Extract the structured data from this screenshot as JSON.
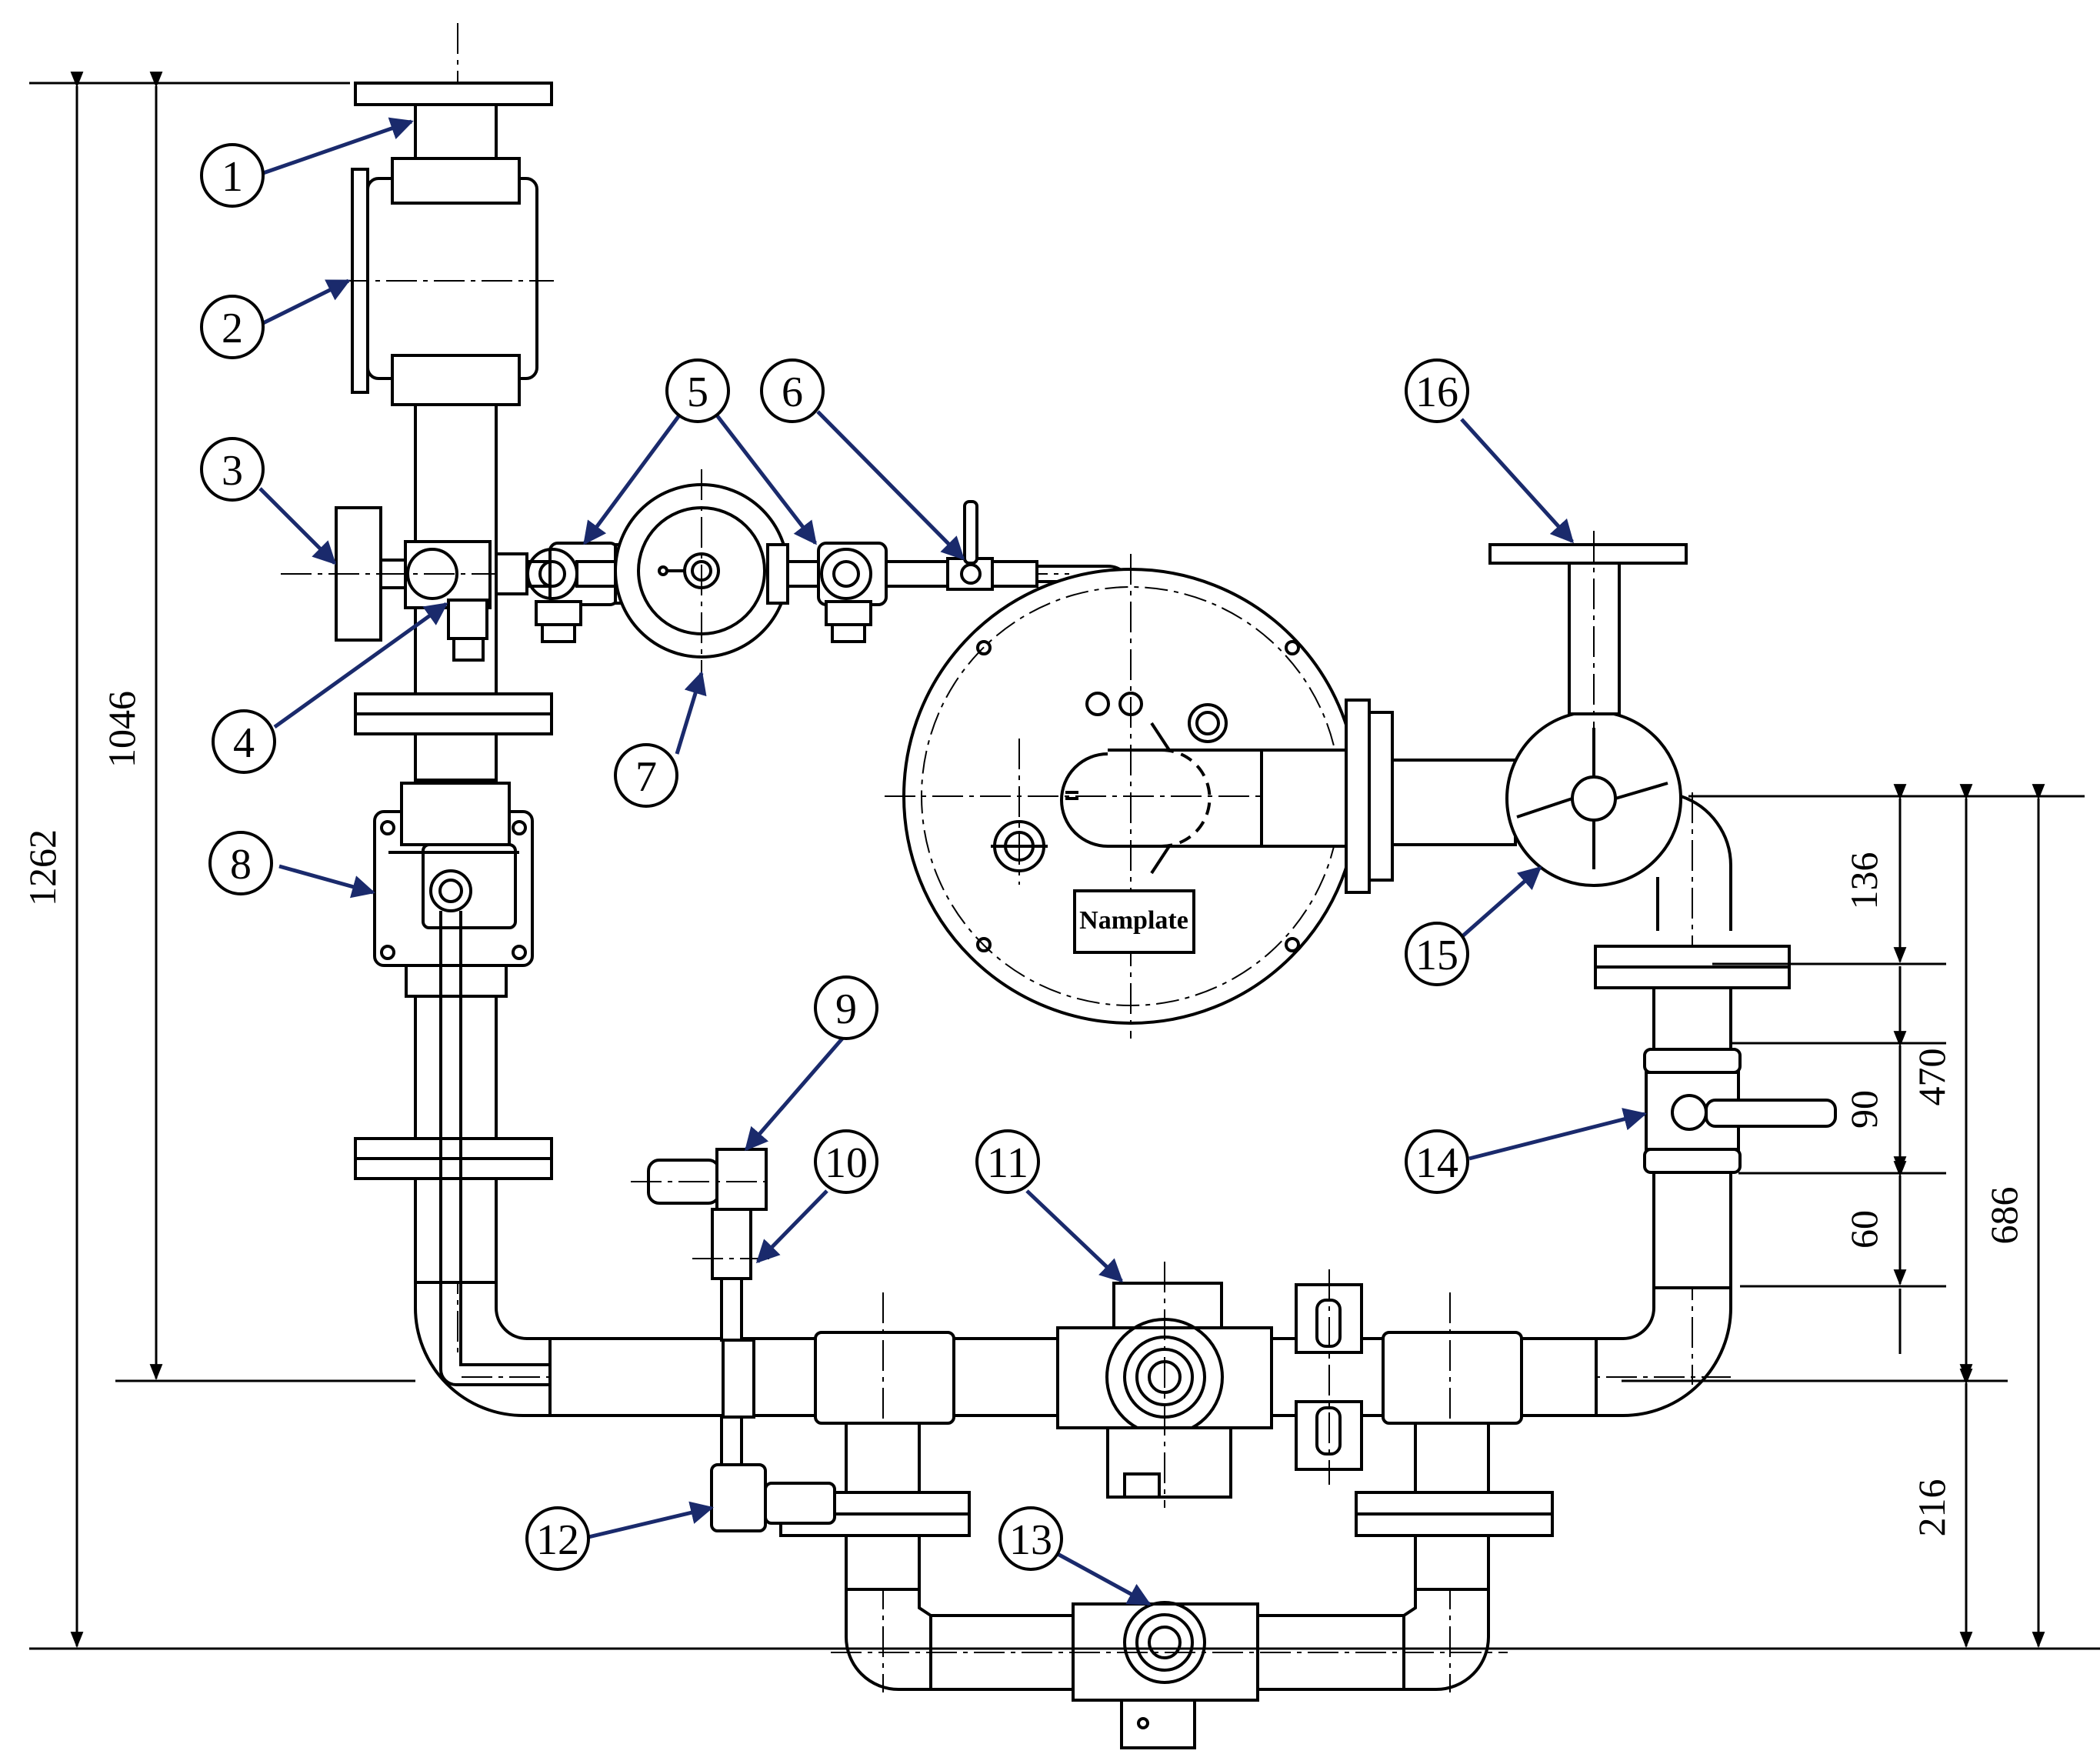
{
  "callouts": [
    {
      "id": "c1",
      "label": "1"
    },
    {
      "id": "c2",
      "label": "2"
    },
    {
      "id": "c3",
      "label": "3"
    },
    {
      "id": "c4",
      "label": "4"
    },
    {
      "id": "c5",
      "label": "5"
    },
    {
      "id": "c6",
      "label": "6"
    },
    {
      "id": "c7",
      "label": "7"
    },
    {
      "id": "c8",
      "label": "8"
    },
    {
      "id": "c9",
      "label": "9"
    },
    {
      "id": "c10",
      "label": "10"
    },
    {
      "id": "c11",
      "label": "11"
    },
    {
      "id": "c12",
      "label": "12"
    },
    {
      "id": "c13",
      "label": "13"
    },
    {
      "id": "c14",
      "label": "14"
    },
    {
      "id": "c15",
      "label": "15"
    },
    {
      "id": "c16",
      "label": "16"
    }
  ],
  "dimensions": {
    "overall_height": "1262",
    "upper_height": "1046",
    "bottom_offset": "216",
    "right_total": "686",
    "right_mid": "470",
    "seg_top": "136",
    "seg_mid": "90",
    "seg_low": "60"
  },
  "nameplate": "Namplate",
  "colors": {
    "line": "#000000",
    "leader_arrow": "#1a2a6c",
    "background": "#ffffff"
  }
}
